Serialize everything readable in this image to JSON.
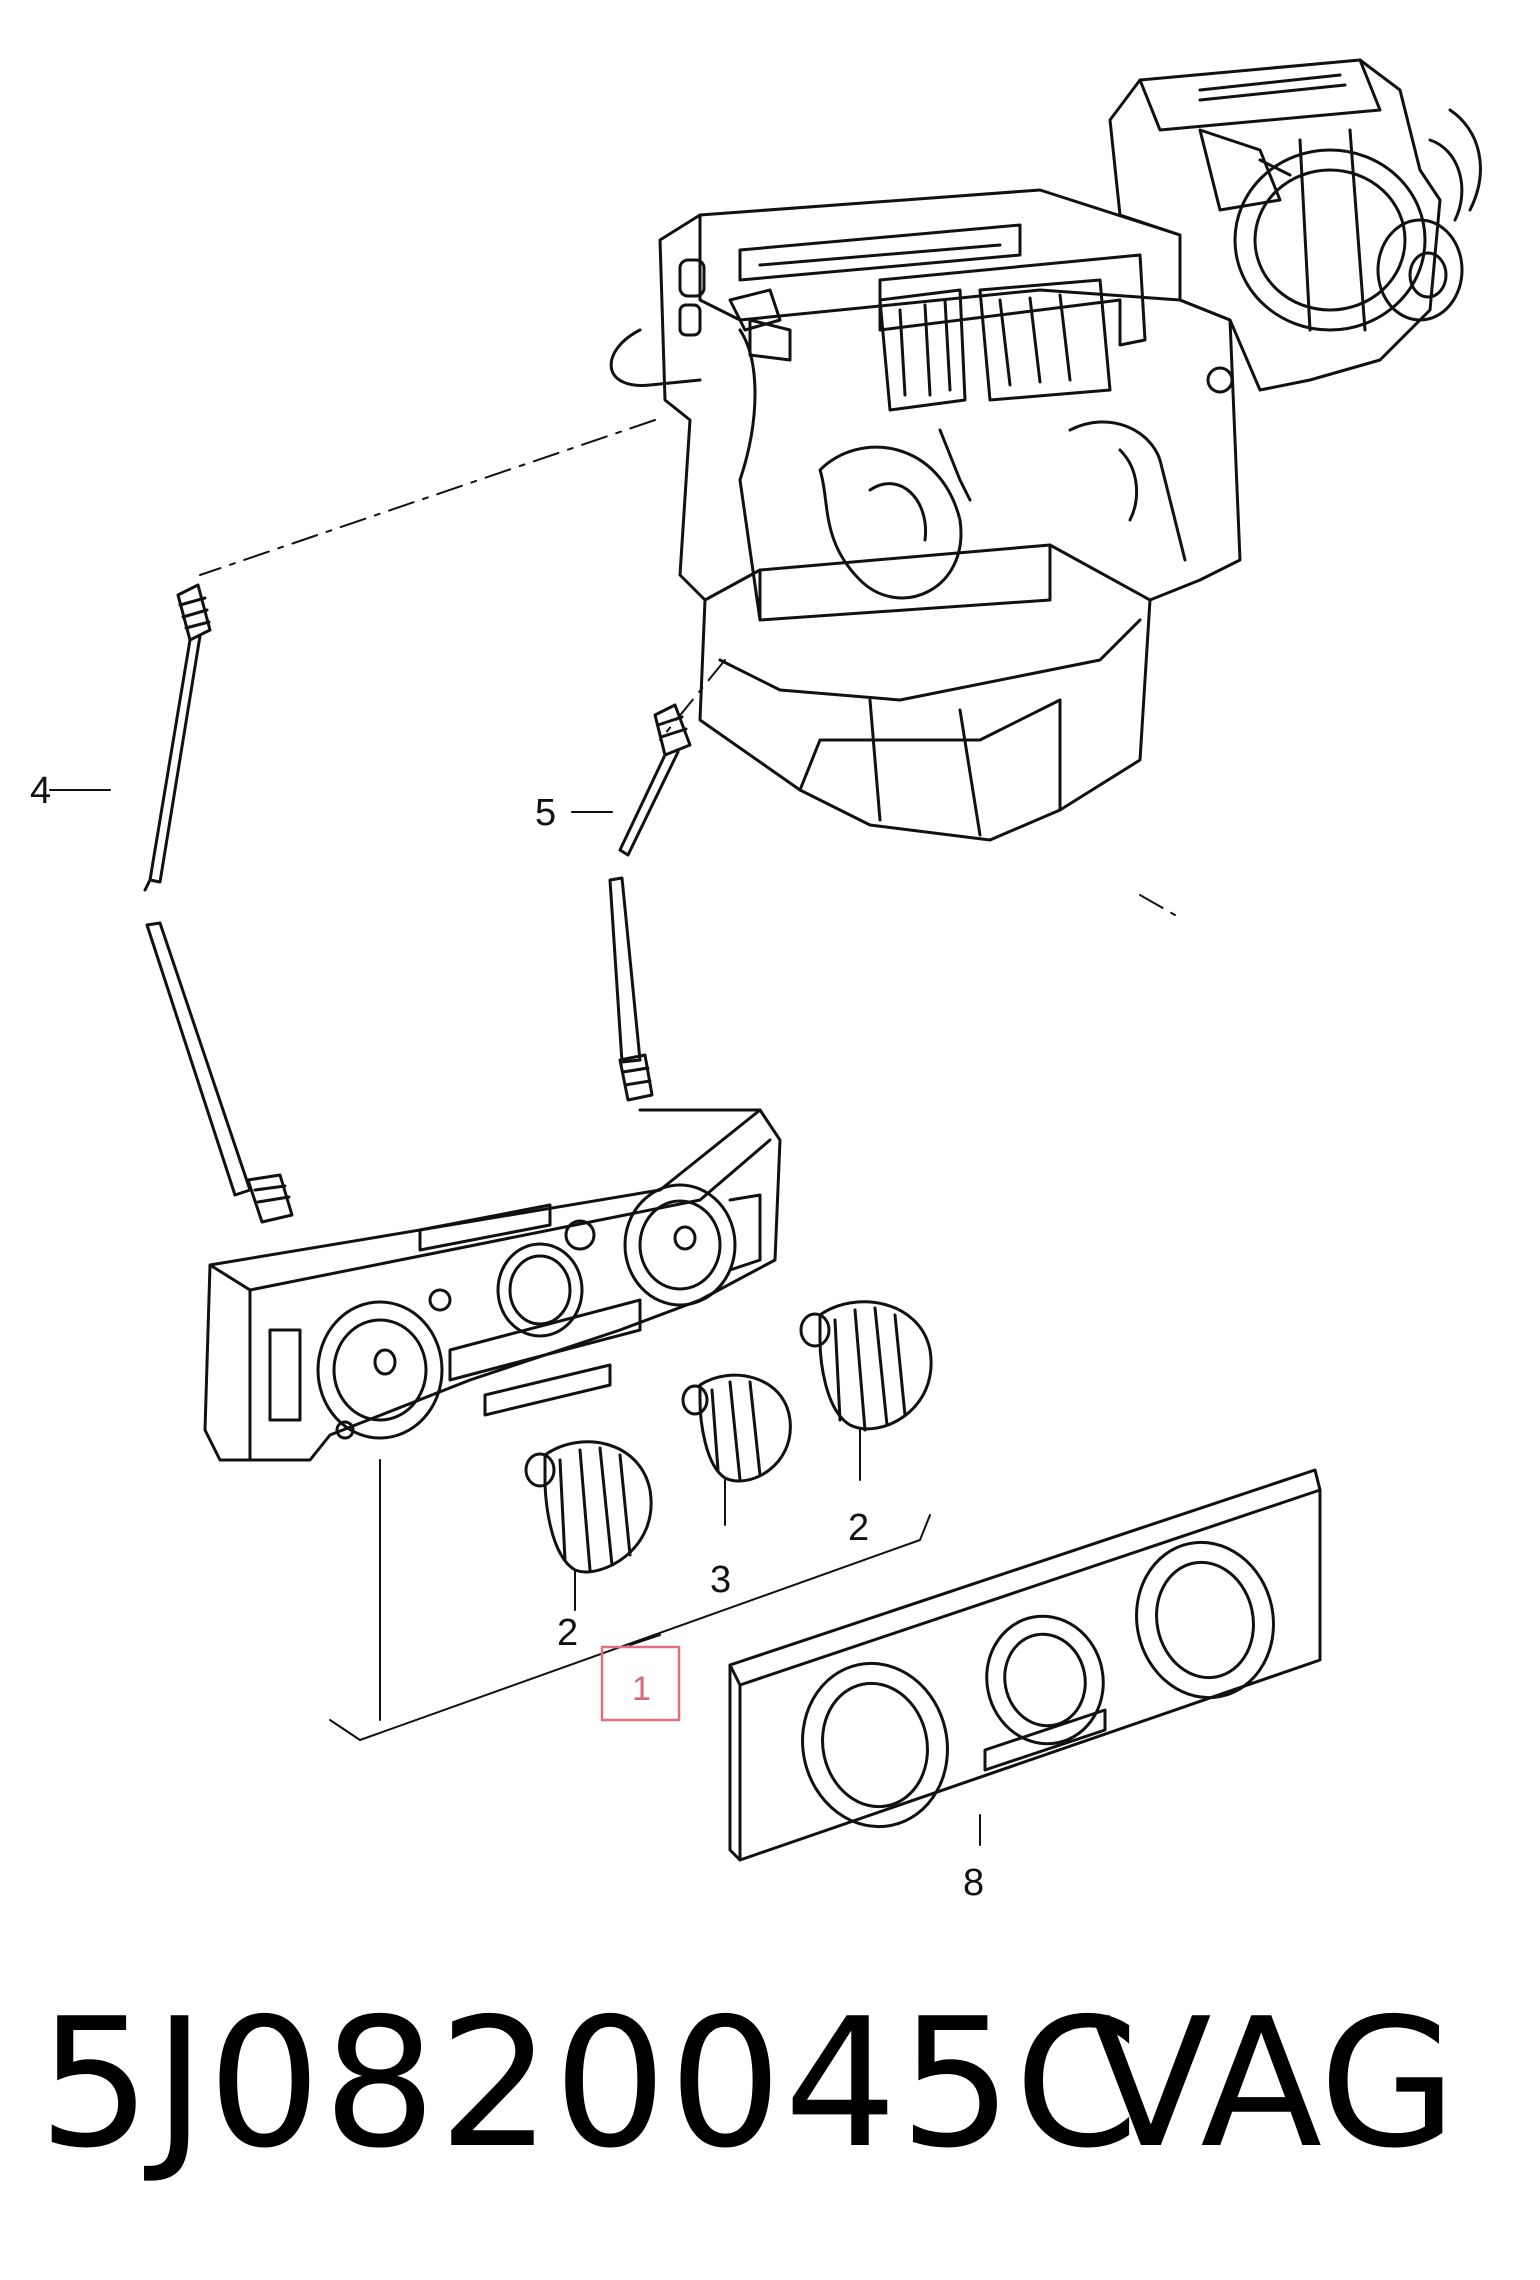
{
  "diagram": {
    "callouts": [
      {
        "id": "1",
        "label": "1",
        "selected": true
      },
      {
        "id": "2a",
        "label": "2"
      },
      {
        "id": "2b",
        "label": "2"
      },
      {
        "id": "3",
        "label": "3"
      },
      {
        "id": "4",
        "label": "4"
      },
      {
        "id": "5",
        "label": "5"
      },
      {
        "id": "8",
        "label": "8"
      }
    ],
    "selection_color": "#e0707f"
  },
  "caption": {
    "part_number": "5J0820045C",
    "manufacturer": "VAG"
  }
}
